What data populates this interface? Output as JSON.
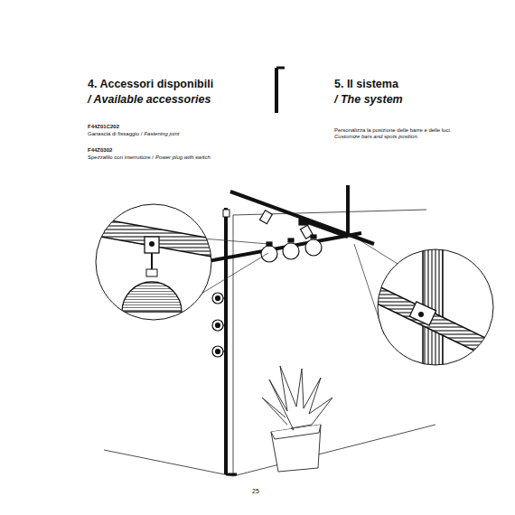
{
  "diagram": {
    "labels": [
      "4. Accessori disponibili",
      "/ Available accessories",
      "F44Z01C202",
      "Ganascia di fissaggio /",
      "Fastening joint",
      "F44Z0302",
      "Spezzafilo con interruttore /",
      "Power plug with switch",
      "5. Il sistema",
      "/ The system",
      "Personalizza la posizione delle barre e delle luci.",
      "Customize bars and spots position.",
      "25"
    ]
  }
}
